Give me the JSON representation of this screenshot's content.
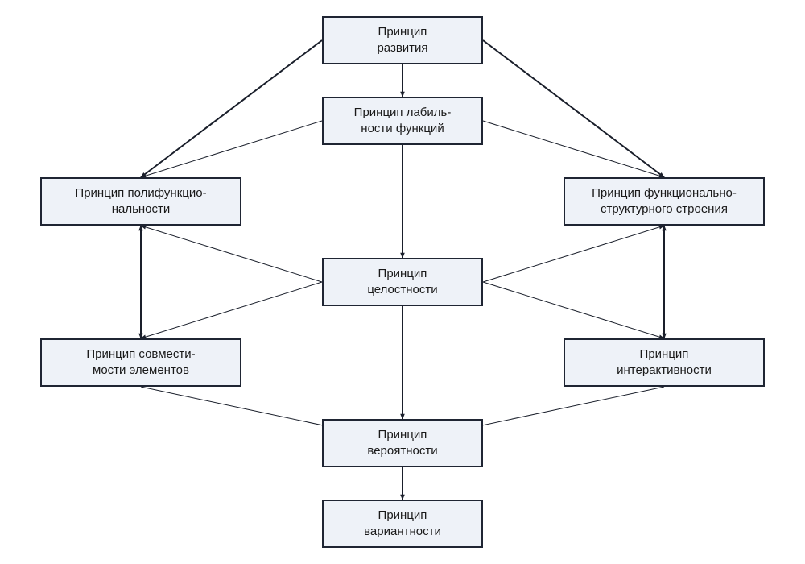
{
  "nodes": [
    {
      "id": "development",
      "lines": [
        "Принцип",
        "развития"
      ]
    },
    {
      "id": "lability",
      "lines": [
        "Принцип лабиль-",
        "ности функций"
      ]
    },
    {
      "id": "polyfunctionality",
      "lines": [
        "Принцип полифункцио-",
        "нальности"
      ]
    },
    {
      "id": "functional-structural",
      "lines": [
        "Принцип функционально-",
        "структурного строения"
      ]
    },
    {
      "id": "integrity",
      "lines": [
        "Принцип",
        "целостности"
      ]
    },
    {
      "id": "compatibility",
      "lines": [
        "Принцип совмести-",
        "мости элементов"
      ]
    },
    {
      "id": "interactivity",
      "lines": [
        "Принцип",
        "интерактивности"
      ]
    },
    {
      "id": "probability",
      "lines": [
        "Принцип",
        "вероятности"
      ]
    },
    {
      "id": "variance",
      "lines": [
        "Принцип",
        "вариантности"
      ]
    }
  ],
  "edges": [
    {
      "from": "development",
      "to": "lability",
      "weight": "bold"
    },
    {
      "from": "development",
      "to": "polyfunctionality",
      "weight": "bold"
    },
    {
      "from": "development",
      "to": "functional-structural",
      "weight": "bold"
    },
    {
      "from": "lability",
      "to": "polyfunctionality",
      "weight": "thin"
    },
    {
      "from": "lability",
      "to": "functional-structural",
      "weight": "thin"
    },
    {
      "from": "lability",
      "to": "integrity",
      "weight": "bold"
    },
    {
      "from": "integrity",
      "to": "polyfunctionality",
      "weight": "thin"
    },
    {
      "from": "integrity",
      "to": "compatibility",
      "weight": "thin"
    },
    {
      "from": "integrity",
      "to": "functional-structural",
      "weight": "thin"
    },
    {
      "from": "integrity",
      "to": "interactivity",
      "weight": "thin"
    },
    {
      "from": "polyfunctionality",
      "to": "compatibility",
      "weight": "bold",
      "bidirectional": true
    },
    {
      "from": "functional-structural",
      "to": "interactivity",
      "weight": "bold",
      "bidirectional": true
    },
    {
      "from": "integrity",
      "to": "probability",
      "weight": "bold"
    },
    {
      "from": "compatibility",
      "to": "probability",
      "weight": "thin"
    },
    {
      "from": "interactivity",
      "to": "probability",
      "weight": "thin"
    },
    {
      "from": "probability",
      "to": "variance",
      "weight": "bold"
    }
  ]
}
